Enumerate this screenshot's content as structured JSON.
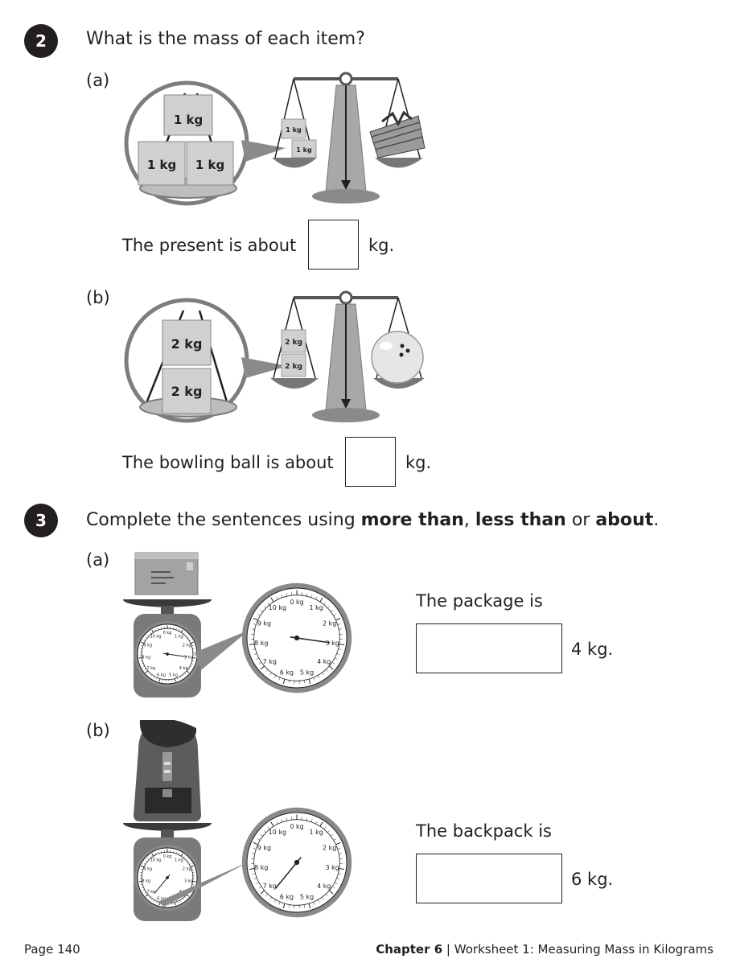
{
  "q2": {
    "number": "2",
    "prompt": "What is the mass of each item?",
    "a": {
      "label": "(a)",
      "zoom_weights": [
        "1 kg",
        "1 kg",
        "1 kg"
      ],
      "pan_weights": [
        "1 kg",
        "1 kg"
      ],
      "sentence_start": "The present is about",
      "unit": "kg."
    },
    "b": {
      "label": "(b)",
      "zoom_weights": [
        "2 kg",
        "2 kg"
      ],
      "pan_weights": [
        "2 kg",
        "2 kg"
      ],
      "sentence_start": "The bowling ball is about",
      "unit": "kg."
    }
  },
  "q3": {
    "number": "3",
    "prompt_start": "Complete the sentences using ",
    "opt1": "more than",
    "sep1": ", ",
    "opt2": "less than",
    "sep2": " or ",
    "opt3": "about",
    "end": ".",
    "a": {
      "label": "(a)",
      "sentence_start": "The package is",
      "sentence_end": "4 kg."
    },
    "b": {
      "label": "(b)",
      "sentence_start": "The backpack is",
      "sentence_end": "6 kg."
    },
    "dial_labels": [
      "0 kg",
      "1 kg",
      "2 kg",
      "3 kg",
      "4 kg",
      "5 kg",
      "6 kg",
      "7 kg",
      "8 kg",
      "9 kg",
      "10 kg"
    ],
    "dial_a_reading_kg": 3,
    "dial_b_reading_kg": 6.7
  },
  "footer": {
    "page": "Page 140",
    "chapter": "Chapter 6",
    "separator": "|",
    "worksheet": "Worksheet 1: Measuring Mass in Kilograms"
  }
}
